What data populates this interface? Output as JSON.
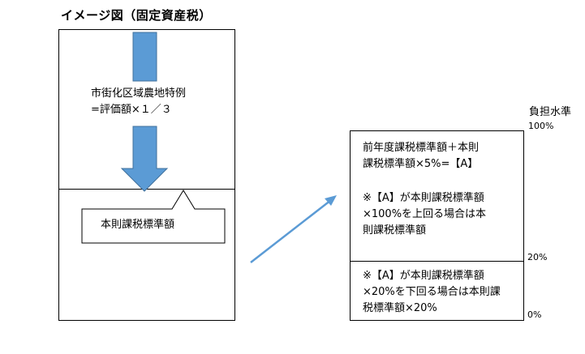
{
  "title": "イメージ図（固定資産税）",
  "left": {
    "special_line1": "市街化区域農地特例",
    "special_line2": "=評価額×１／３",
    "callout": "本則課税標準額"
  },
  "right": {
    "axis_label": "負担水準",
    "pct_100": "100%",
    "pct_20": "20%",
    "pct_0": "0%",
    "upper_line1": "前年度課税標準額＋本則",
    "upper_line2": "課税標準額×5%=【A】",
    "upper_line3": "※【A】が本則課税標準額",
    "upper_line4": "×100%を上回る場合は本",
    "upper_line5": "則課税標準額",
    "lower_line1": "※【A】が本則課税標準額",
    "lower_line2": "×20%を下回る場合は本則課",
    "lower_line3": "税標準額×20%"
  },
  "colors": {
    "arrow": "#5b9bd5",
    "arrow_border": "#41719c"
  }
}
